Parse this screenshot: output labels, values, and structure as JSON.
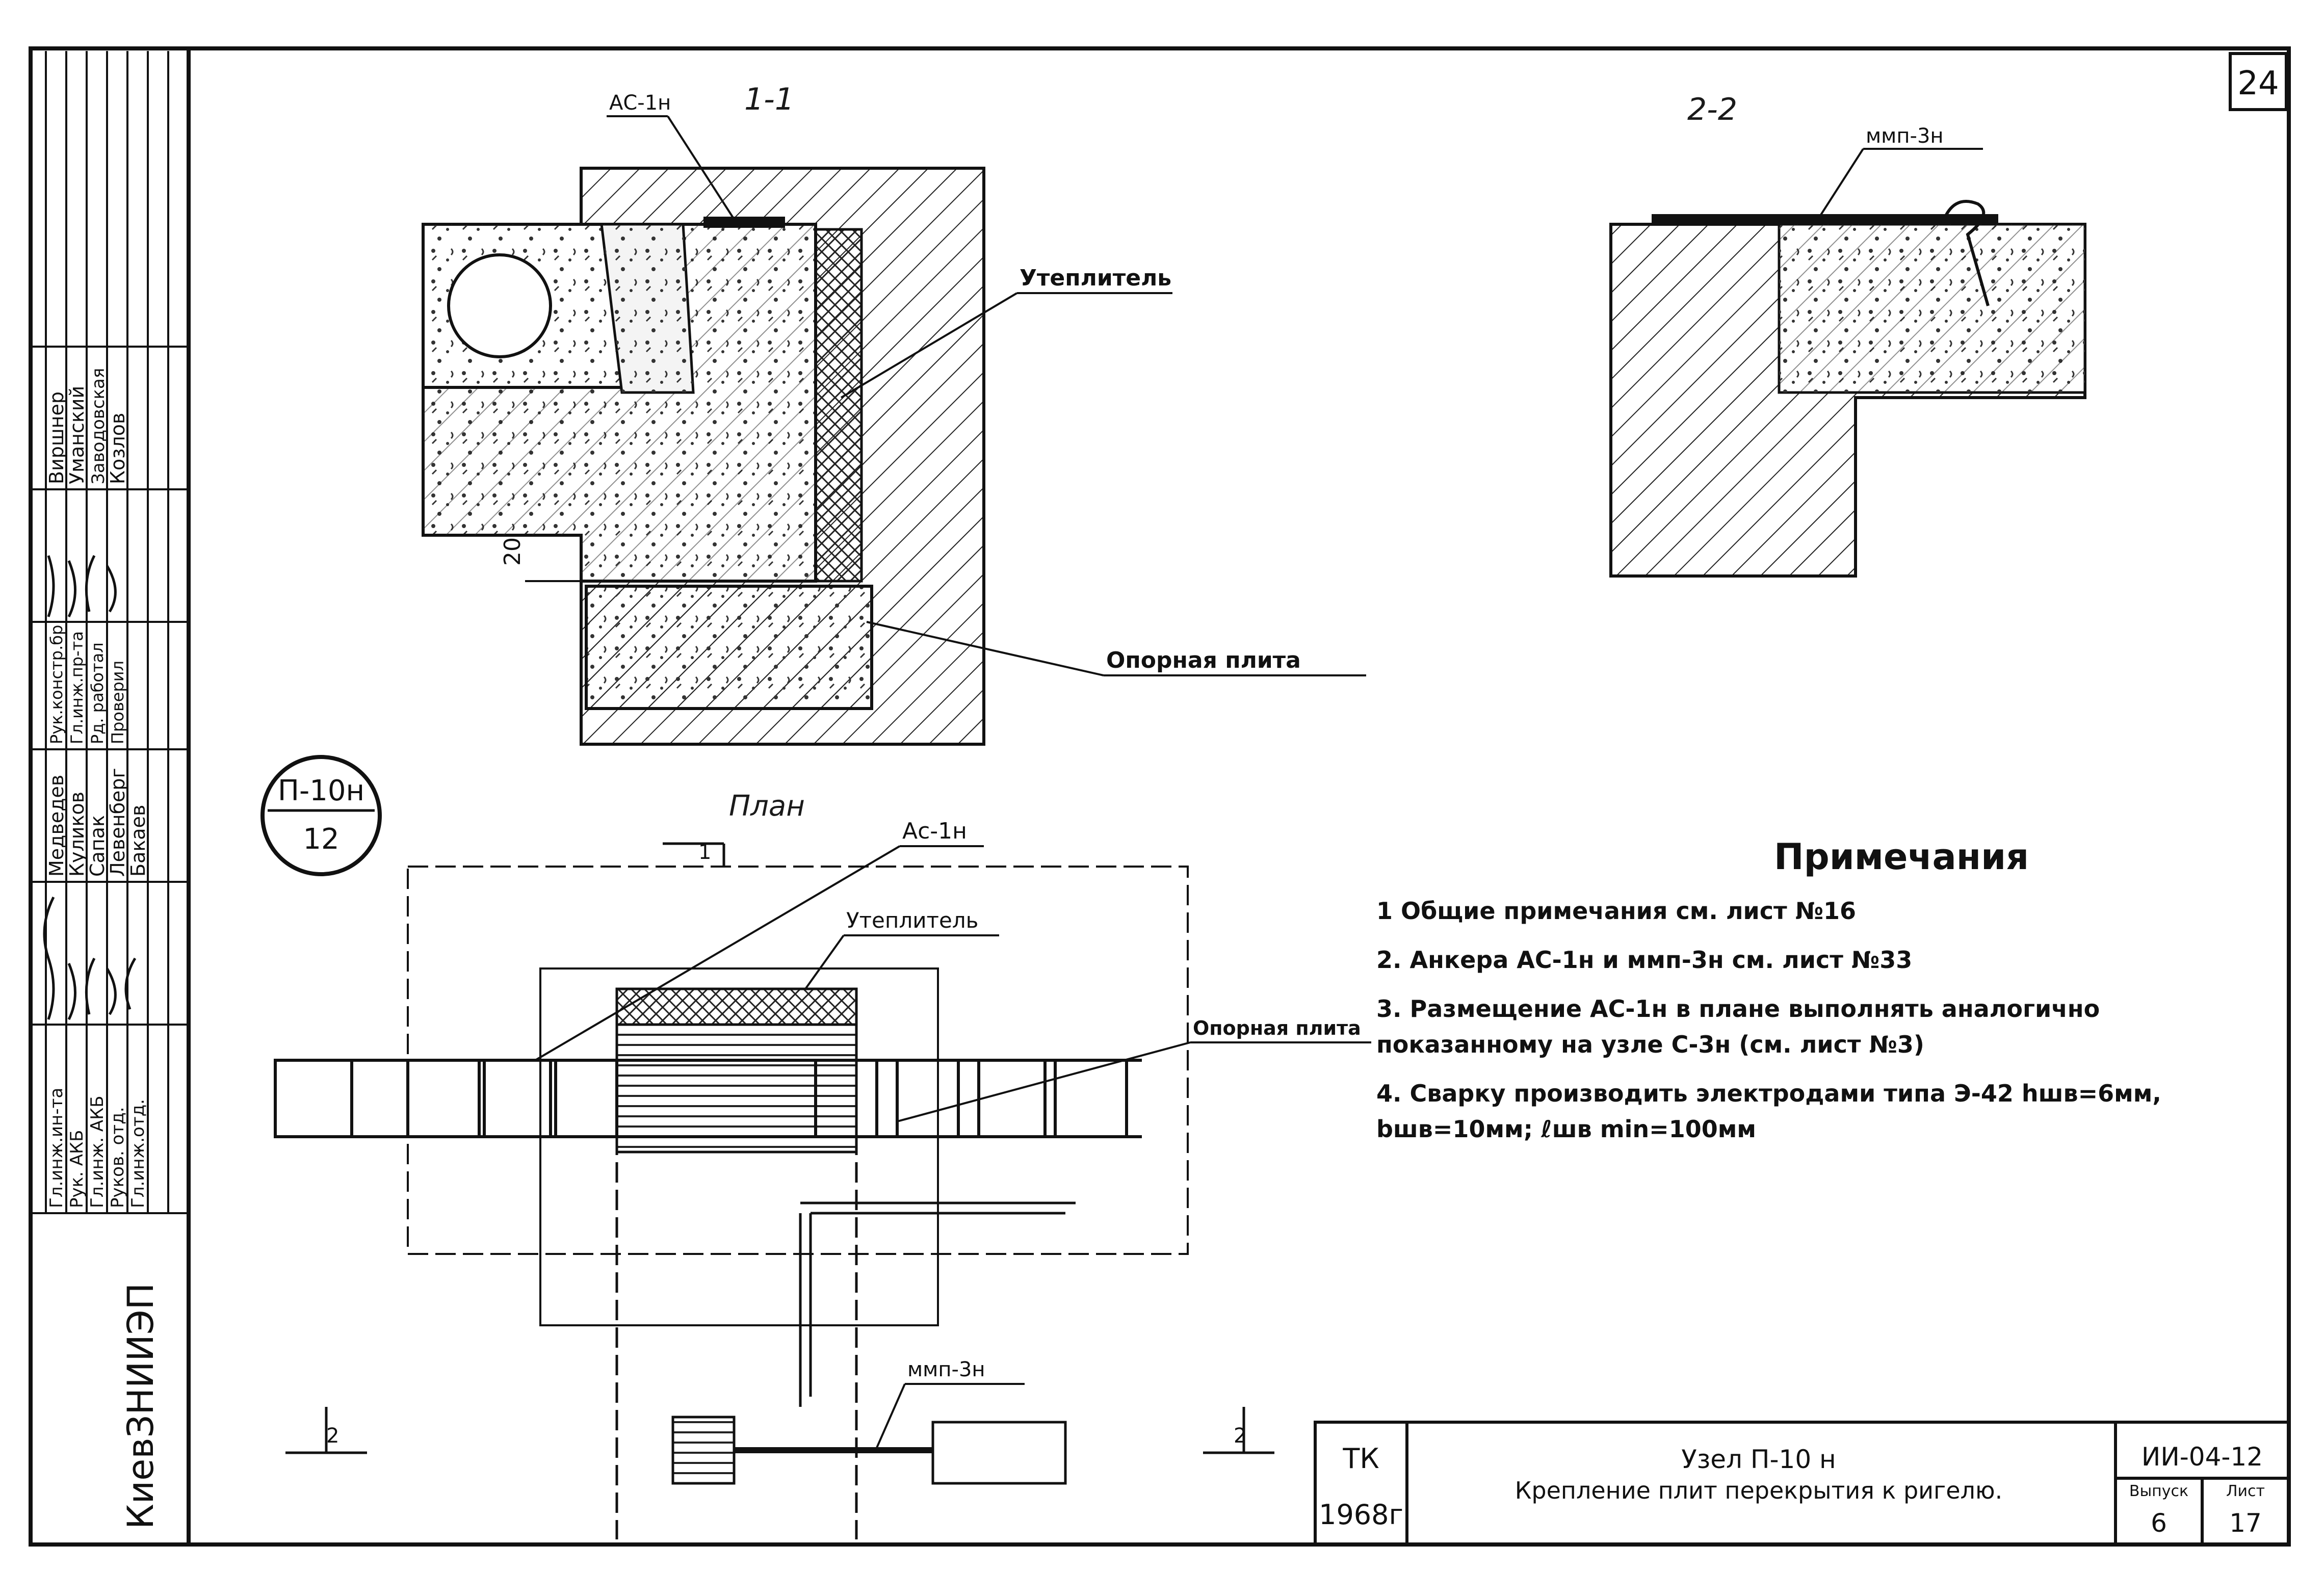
{
  "sheet_number": "24",
  "side_stamp": {
    "org": "КиевЗНИИЭП",
    "rows": [
      {
        "role": "Гл.инж.ин-та",
        "name": "Медведев"
      },
      {
        "role": "Рук. АКБ",
        "name": "Куликов"
      },
      {
        "role": "Гл.инж. АКБ",
        "name": "Сапак"
      },
      {
        "role": "Руков. отд.",
        "name": "Левенберг"
      },
      {
        "role": "Гл.инж.отд.",
        "name": "Бакаев"
      }
    ],
    "rows2": [
      {
        "role": "Рук.констр.бр",
        "name": "Виршнер"
      },
      {
        "role": "Гл.инж.пр-та",
        "name": "Уманский"
      },
      {
        "role": "Рд. работал",
        "name": "Заводовская"
      },
      {
        "role": "Проверил",
        "name": "Козлов"
      }
    ]
  },
  "section_1": {
    "title": "1-1",
    "label_anchor": "АС-1н",
    "label_insulation": "Утеплитель",
    "label_plate": "Опорная плита",
    "dim": "20"
  },
  "section_2": {
    "title": "2-2",
    "label_anchor": "ммп-3н"
  },
  "node_badge": {
    "top": "П-10н",
    "bottom": "12"
  },
  "plan": {
    "title": "План",
    "label_anchor": "Ас-1н",
    "label_insulation": "Утеплитель",
    "label_plate": "Опорная плита",
    "label_mmp": "ммп-3н",
    "cut_1": "1",
    "cut_2_left": "2",
    "cut_2_right": "2"
  },
  "notes": {
    "title": "Примечания",
    "items": [
      "1 Общие примечания см. лист №16",
      "2. Анкера АС-1н и ммп-3н см. лист №33",
      "3. Размещение АС-1н в плане выполнять аналогично показанному на узле С-3н (см. лист №3)",
      "4. Сварку производить электродами типа Э-42 hшв=6мм, bшв=10мм; ℓшв min=100мм"
    ]
  },
  "title_block": {
    "org_code": "ТК",
    "year": "1968г",
    "title_line1": "Узел П-10 н",
    "title_line2": "Крепление плит перекрытия к ригелю.",
    "doc_code": "ИИ-04-12",
    "issue_label": "Выпуск",
    "issue_value": "6",
    "sheet_label": "Лист",
    "sheet_value": "17"
  }
}
